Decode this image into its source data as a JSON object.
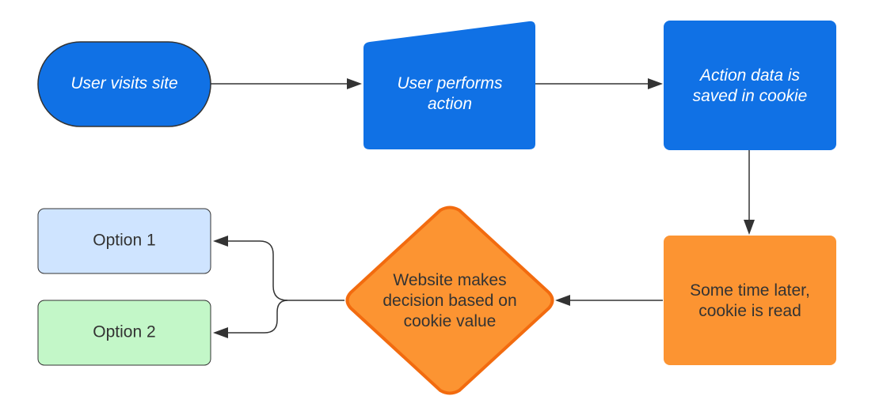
{
  "nodes": {
    "visit": {
      "lines": [
        "User visits site"
      ],
      "fill": "#1071e5",
      "text_color": "#ffffff"
    },
    "perform": {
      "lines": [
        "User performs",
        "action"
      ],
      "fill": "#1071e5",
      "text_color": "#ffffff"
    },
    "saved": {
      "lines": [
        "Action data is",
        "saved in cookie"
      ],
      "fill": "#1071e5",
      "text_color": "#ffffff"
    },
    "read": {
      "lines": [
        "Some time later,",
        "cookie is read"
      ],
      "fill": "#fc9432",
      "text_color": "#333333"
    },
    "decision": {
      "lines": [
        "Website makes",
        "decision based on",
        "cookie value"
      ],
      "fill": "#fc9432",
      "stroke": "#f26b0f",
      "text_color": "#333333"
    },
    "option1": {
      "lines": [
        "Option 1"
      ],
      "fill": "#cfe4ff",
      "text_color": "#333333"
    },
    "option2": {
      "lines": [
        "Option 2"
      ],
      "fill": "#c3f7c8",
      "text_color": "#333333"
    }
  },
  "colors": {
    "connector": "#333333",
    "node_stroke": "#333333"
  }
}
